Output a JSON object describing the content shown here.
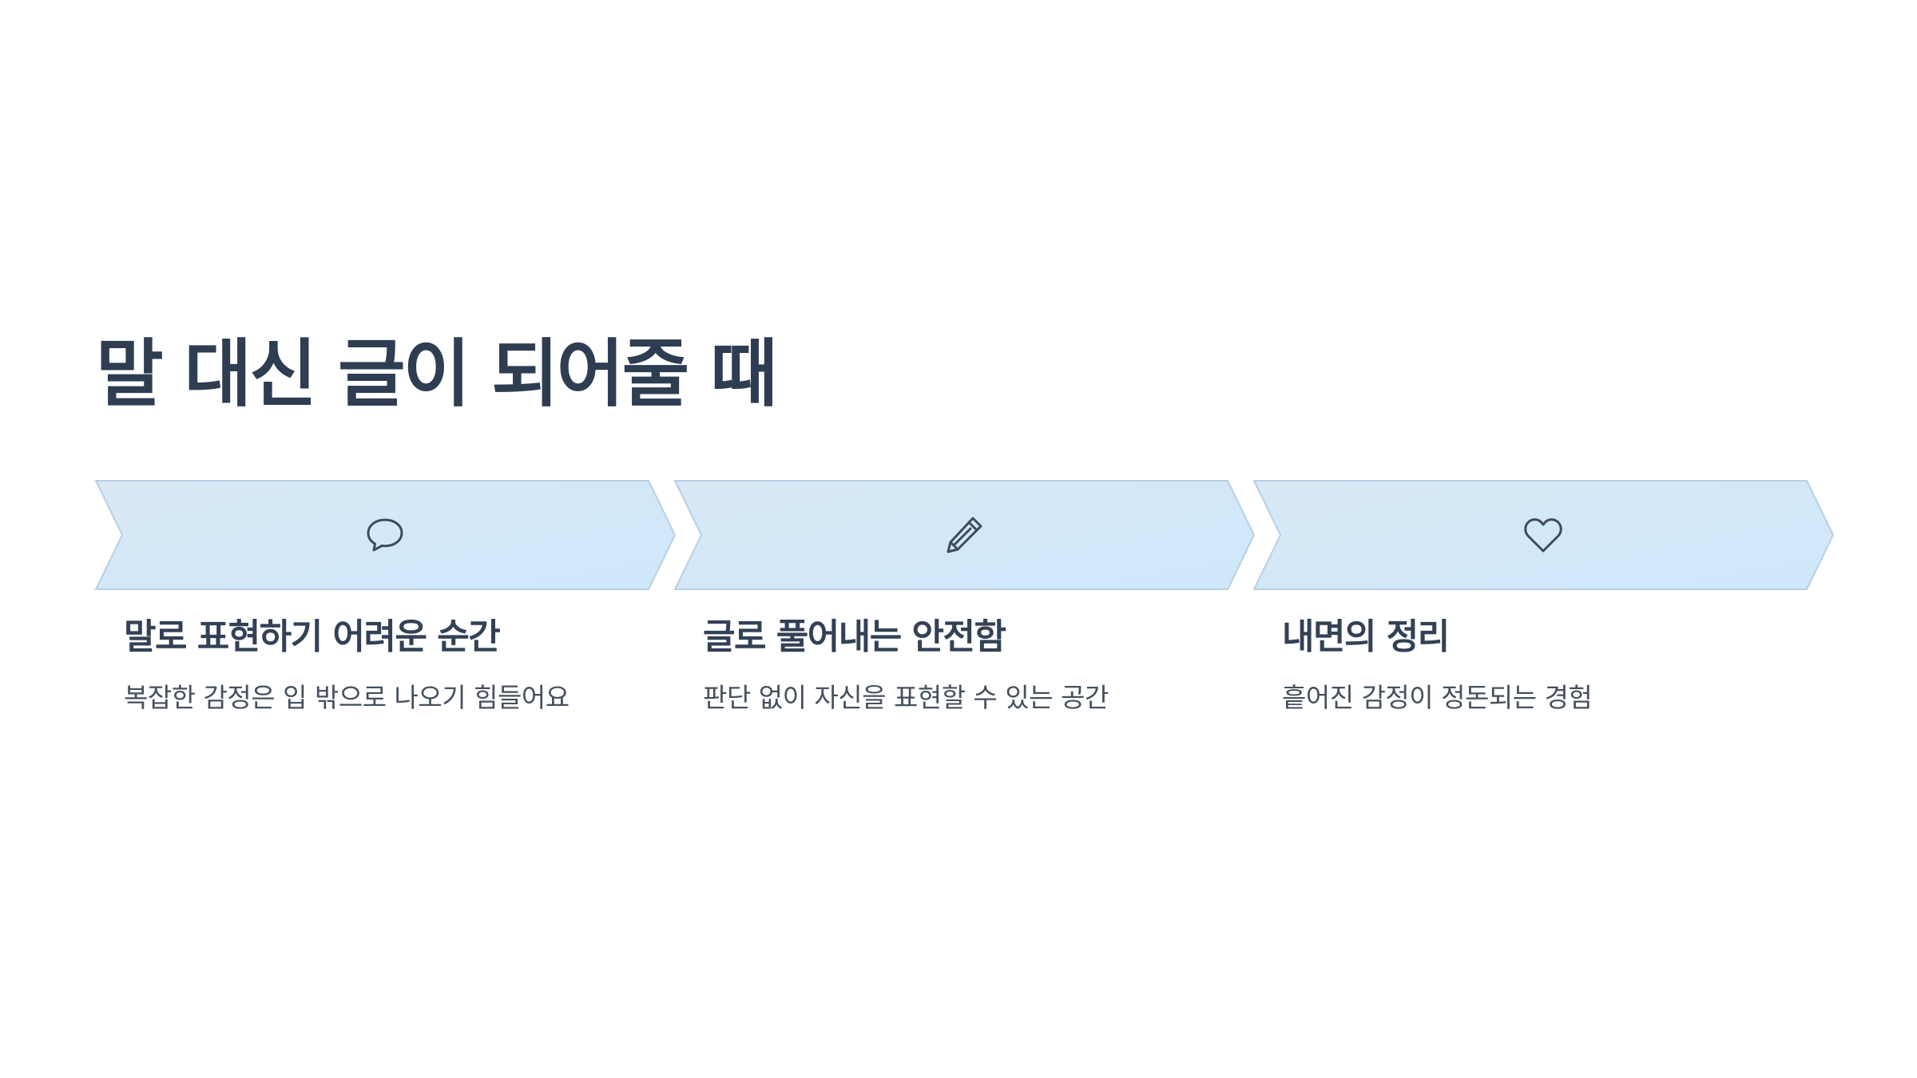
{
  "title": "말 대신 글이 되어줄 때",
  "colors": {
    "title": "#2e3d52",
    "chevron_fill_start": "#d8e8f4",
    "chevron_fill_end": "#cde8fb",
    "chevron_border": "#b7cfe3",
    "icon_stroke": "#3f4a5a"
  },
  "steps": [
    {
      "icon": "speech-bubble-icon",
      "heading": "말로 표현하기 어려운 순간",
      "description": "복잡한 감정은 입 밖으로 나오기 힘들어요"
    },
    {
      "icon": "pencil-icon",
      "heading": "글로 풀어내는 안전함",
      "description": "판단 없이 자신을 표현할 수 있는 공간"
    },
    {
      "icon": "heart-icon",
      "heading": "내면의 정리",
      "description": "흩어진 감정이 정돈되는 경험"
    }
  ]
}
